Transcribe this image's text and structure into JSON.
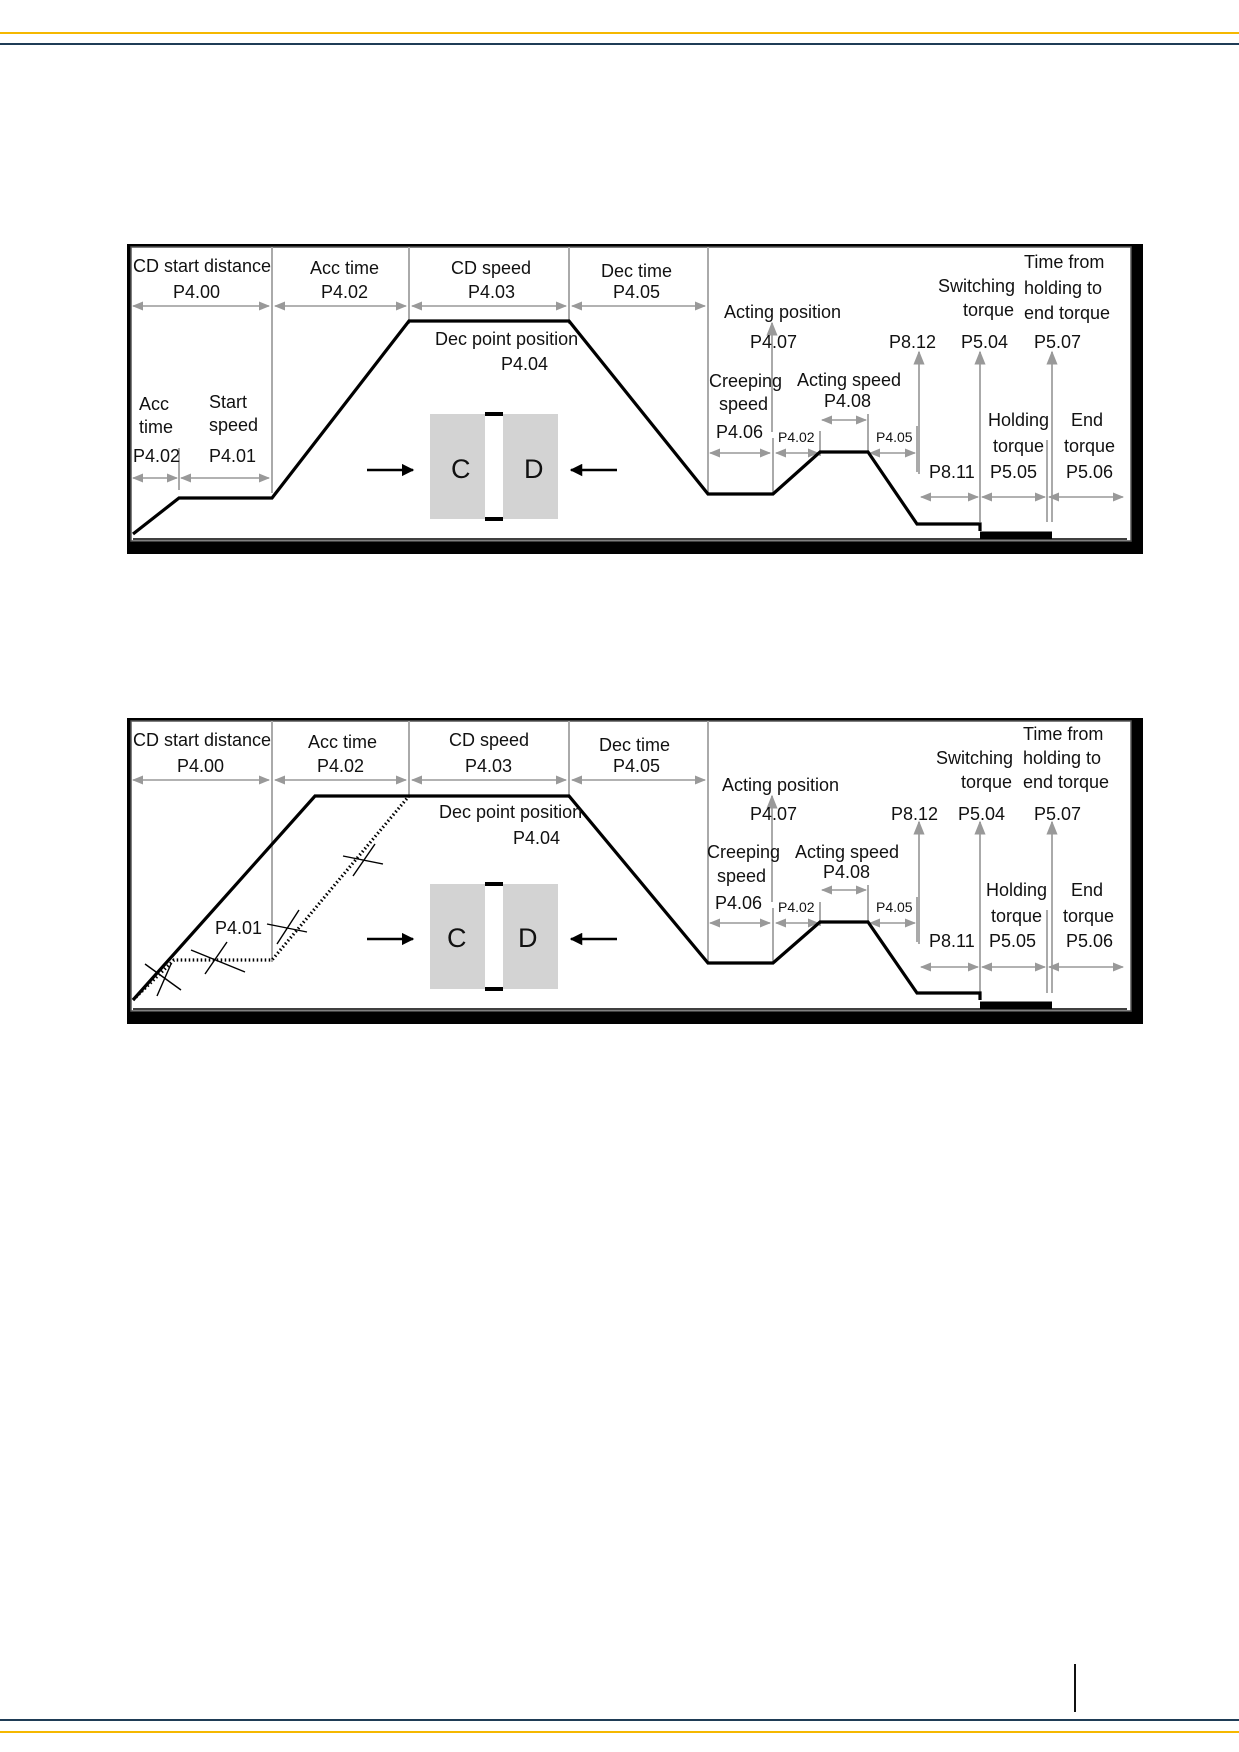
{
  "page": {
    "colors": {
      "gold": "#f5b800",
      "navy": "#1f3c56",
      "profile": "#000000",
      "guides": "#aaaaaa",
      "block": "#d3d3d3"
    }
  },
  "diagram_top": {
    "labels": {
      "cd_start_distance": "CD start distance",
      "cd_start_distance_code": "P4.00",
      "acc_time": "Acc time",
      "acc_time_code": "P4.02",
      "cd_speed": "CD speed",
      "cd_speed_code": "P4.03",
      "dec_time": "Dec time",
      "dec_time_code": "P4.05",
      "dec_point_position": "Dec point position",
      "dec_point_position_code": "P4.04",
      "acc": "Acc",
      "time": "time",
      "acc_time_small_code": "P4.02",
      "start": "Start",
      "speed": "speed",
      "start_speed_code": "P4.01",
      "acting_position": "Acting position",
      "acting_position_code": "P4.07",
      "creeping": "Creeping",
      "creeping_speed_word": "speed",
      "creeping_speed_code": "P4.06",
      "ramp_up_code": "P4.02",
      "acting_speed": "Acting speed",
      "acting_speed_code": "P4.08",
      "ramp_down_code": "P4.05",
      "p812": "P8.12",
      "p811": "P8.11",
      "switching": "Switching",
      "torque": "torque",
      "switching_torque_code": "P5.04",
      "time_from": "Time from",
      "holding_to": "holding to",
      "end_torque_line": "end torque",
      "time_to_end_code": "P5.07",
      "holding": "Holding",
      "holding_torque_word": "torque",
      "holding_torque_code": "P5.05",
      "end": "End",
      "end_torque_word": "torque",
      "end_torque_code": "P5.06",
      "c": "C",
      "d": "D"
    }
  },
  "diagram_bottom": {
    "labels": {
      "cd_start_distance": "CD start distance",
      "cd_start_distance_code": "P4.00",
      "acc_time": "Acc time",
      "acc_time_code": "P4.02",
      "cd_speed": "CD speed",
      "cd_speed_code": "P4.03",
      "dec_time": "Dec time",
      "dec_time_code": "P4.05",
      "dec_point_position": "Dec point position",
      "dec_point_position_code": "P4.04",
      "start_speed_code": "P4.01",
      "acting_position": "Acting position",
      "acting_position_code": "P4.07",
      "creeping": "Creeping",
      "creeping_speed_word": "speed",
      "creeping_speed_code": "P4.06",
      "ramp_up_code": "P4.02",
      "acting_speed": "Acting speed",
      "acting_speed_code": "P4.08",
      "ramp_down_code": "P4.05",
      "p812": "P8.12",
      "p811": "P8.11",
      "switching": "Switching",
      "torque": "torque",
      "switching_torque_code": "P5.04",
      "time_from": "Time from",
      "holding_to": "holding to",
      "end_torque_line": "end torque",
      "time_to_end_code": "P5.07",
      "holding": "Holding",
      "holding_torque_word": "torque",
      "holding_torque_code": "P5.05",
      "end": "End",
      "end_torque_word": "torque",
      "end_torque_code": "P5.06",
      "c": "C",
      "d": "D"
    }
  }
}
